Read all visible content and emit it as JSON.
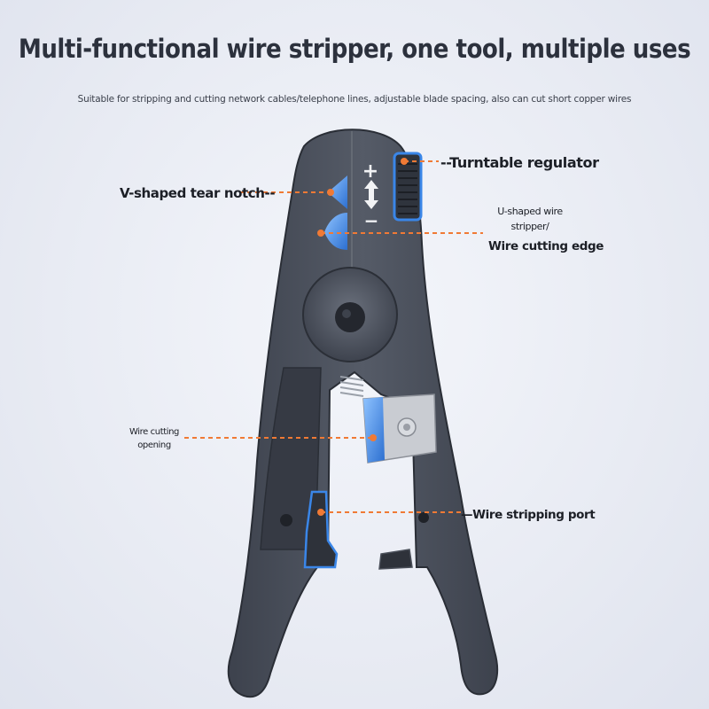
{
  "header": {
    "title": "Multi-functional wire stripper, one tool, multiple uses",
    "subtitle": "Suitable for stripping and cutting network cables/telephone lines, adjustable blade spacing, also can cut short copper wires"
  },
  "callouts": {
    "turntable_regulator": "--Turntable regulator",
    "v_notch": "V-shaped tear notch--",
    "u_shaped": "U-shaped wire stripper/",
    "cutting_edge": "Wire cutting edge",
    "cutting_opening": "Wire cutting opening",
    "stripping_port": "—Wire stripping port"
  },
  "adjust_marks": {
    "plus": "+",
    "minus": "−"
  },
  "colors": {
    "tool_body": "#4a505c",
    "tool_dark": "#2d323b",
    "accent_blue": "#2f7de0",
    "leader_orange": "#f07a35",
    "background": "#eceff5"
  }
}
